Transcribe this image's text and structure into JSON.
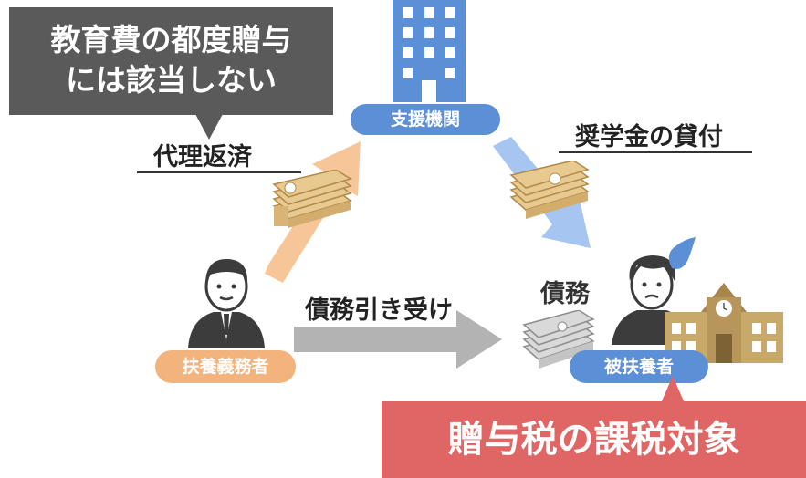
{
  "callout": {
    "line1": "教育費の都度贈与",
    "line2": "には該当しない"
  },
  "labels": {
    "proxy_payment": "代理返済",
    "support_org": "支援機関",
    "scholarship_loan": "奨学金の貸付",
    "debt_assumption": "債務引き受け",
    "debt": "債務",
    "supporter": "扶養義務者",
    "dependent": "被扶養者"
  },
  "result": {
    "text": "贈与税の課税対象"
  },
  "colors": {
    "accent_blue": "#5b8fd6",
    "accent_orange": "#f3b37c",
    "accent_red": "#e06666",
    "callout_gray": "#5a5a5a"
  }
}
